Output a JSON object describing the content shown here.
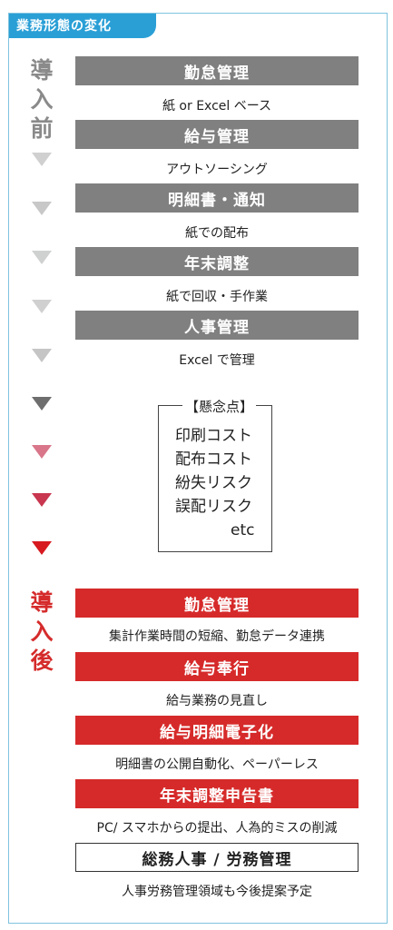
{
  "header_tab": "業務形態の変化",
  "side_labels": {
    "before": [
      "導",
      "入",
      "前"
    ],
    "after": [
      "導",
      "入",
      "後"
    ]
  },
  "before": {
    "items": [
      {
        "label": "勤怠管理",
        "desc": "紙 or Excel ベース"
      },
      {
        "label": "給与管理",
        "desc": "アウトソーシング"
      },
      {
        "label": "明細書・通知",
        "desc": "紙での配布"
      },
      {
        "label": "年末調整",
        "desc": "紙で回収・手作業"
      },
      {
        "label": "人事管理",
        "desc": "Excel で管理"
      }
    ]
  },
  "concerns": {
    "title": "【懸念点】",
    "items": [
      "印刷コスト",
      "配布コスト",
      "紛失リスク",
      "誤配リスク",
      "etc"
    ]
  },
  "after": {
    "items": [
      {
        "label": "勤怠管理",
        "desc": "集計作業時間の短縮、勤怠データ連携"
      },
      {
        "label": "給与奉行",
        "desc": "給与業務の見直し"
      },
      {
        "label": "給与明細電子化",
        "desc": "明細書の公開自動化、ペーパーレス"
      },
      {
        "label": "年末調整申告書",
        "desc": "PC/ スマホからの提出、人為的ミスの削減"
      },
      {
        "label": "総務人事 / 労務管理",
        "desc": "人事労務管理領域も今後提案予定"
      }
    ]
  },
  "colors": {
    "accent_blue": "#2a9fd6",
    "before_bar": "#808080",
    "after_bar": "#d62a2a",
    "arrow_gradient": [
      "#d0d0d0",
      "#c8c8c8",
      "#cfd0d0",
      "#d0d0d0",
      "#c5c5c5",
      "#6e6e6e",
      "#d9768a",
      "#c8364f",
      "#d71920"
    ]
  }
}
